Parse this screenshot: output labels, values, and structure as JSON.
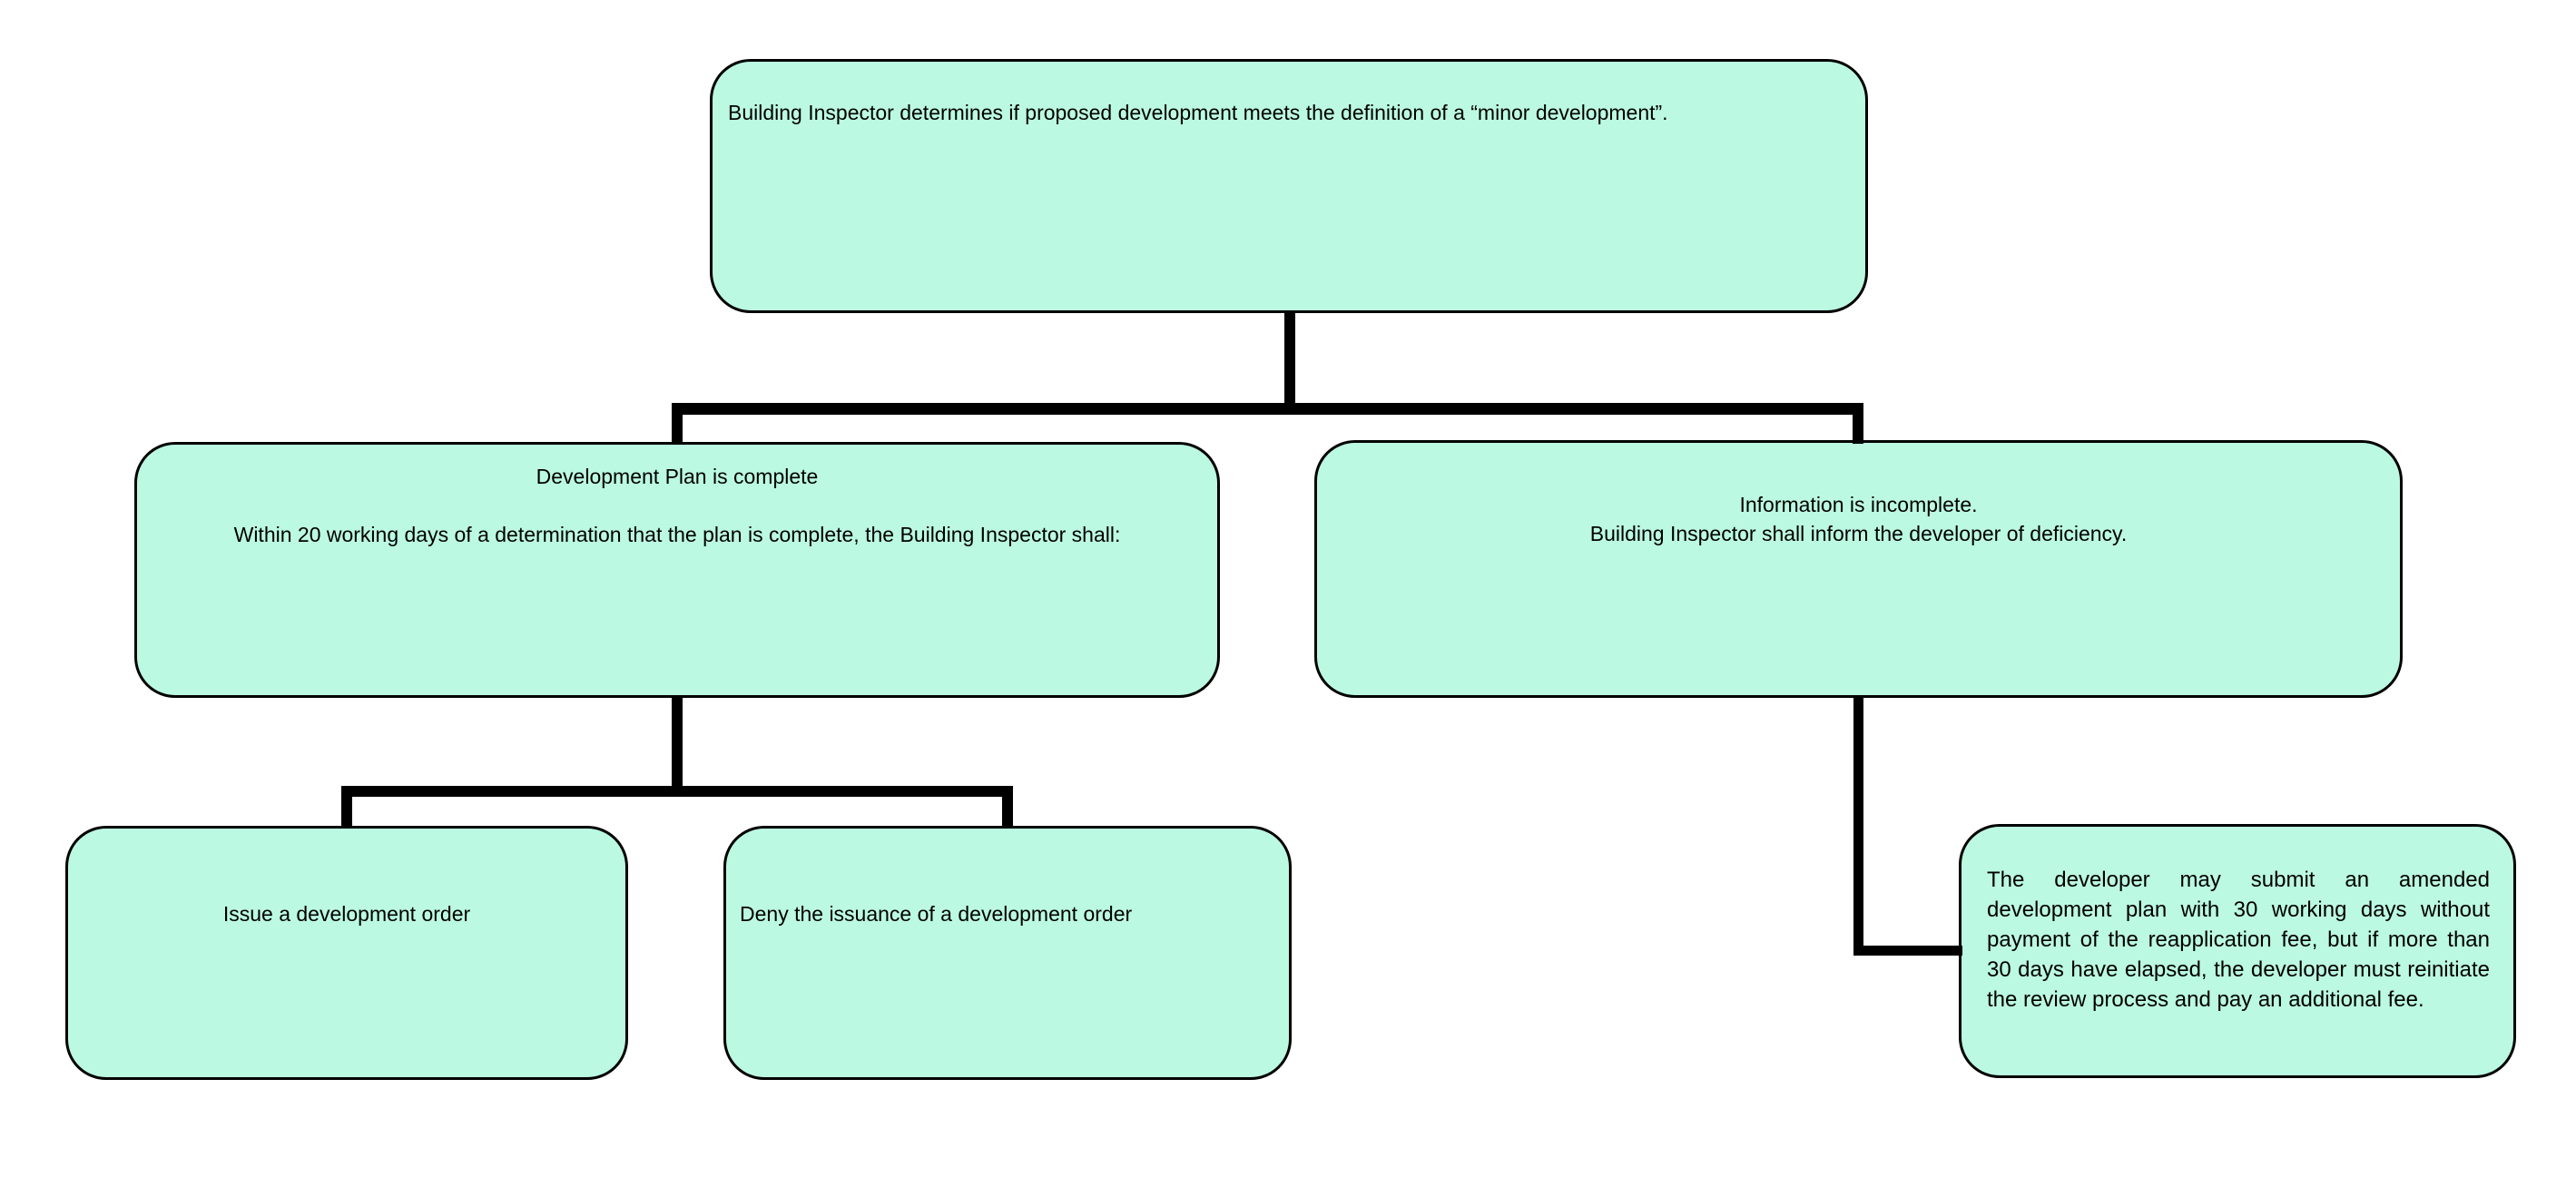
{
  "theme": {
    "background": "#ffffff",
    "node_fill": "#bbf9e2",
    "node_border": "#000000",
    "connector": "#000000"
  },
  "nodes": {
    "root": {
      "text": "Building Inspector determines if proposed development meets the definition of a “minor development”."
    },
    "plan_complete": {
      "title": "Development Plan is complete",
      "body": "Within 20 working days of a determination that the plan is complete, the Building Inspector shall:"
    },
    "info_incomplete": {
      "line1": "Information is incomplete.",
      "line2": "Building Inspector shall inform the developer of deficiency."
    },
    "issue_order": {
      "text": "Issue a development order"
    },
    "deny_order": {
      "text": "Deny the issuance of a development order"
    },
    "amended_plan": {
      "text": "The developer may submit an amended development plan with 30 working days without payment of the reapplication fee, but if more than 30 days have elapsed, the developer must reinitiate the review process and pay an additional fee."
    }
  }
}
